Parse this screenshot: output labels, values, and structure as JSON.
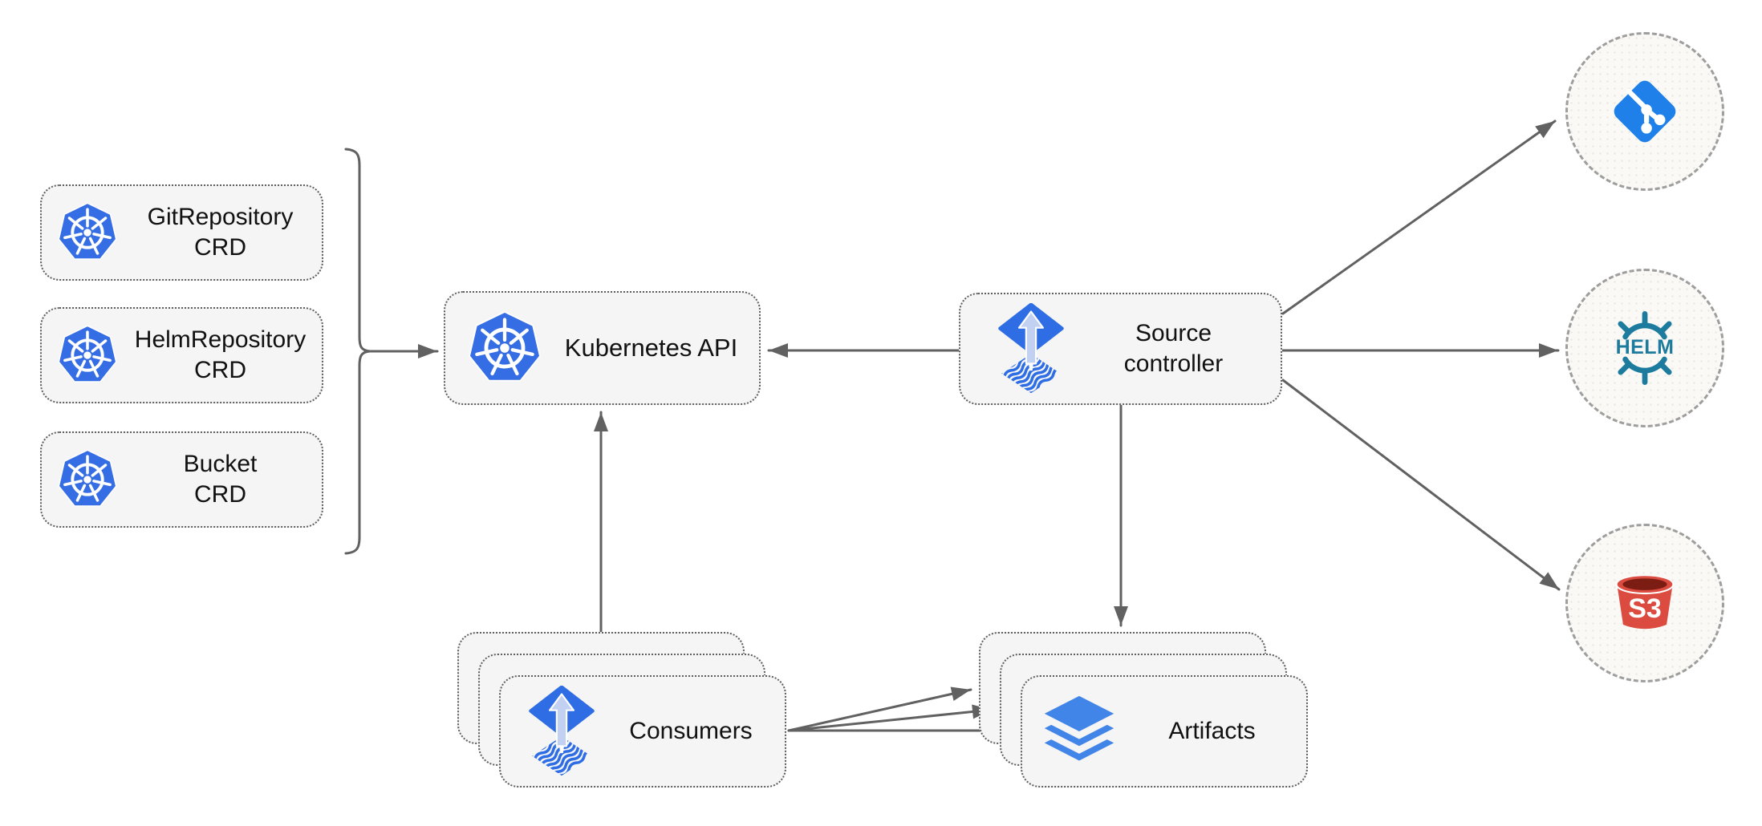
{
  "nodes": {
    "crd_boxes": [
      {
        "line1": "GitRepository",
        "line2": "CRD",
        "icon": "kubernetes-icon"
      },
      {
        "line1": "HelmRepository",
        "line2": "CRD",
        "icon": "kubernetes-icon"
      },
      {
        "line1": "Bucket",
        "line2": "CRD",
        "icon": "kubernetes-icon"
      }
    ],
    "kubernetes_api": {
      "label": "Kubernetes API",
      "icon": "kubernetes-icon"
    },
    "source_controller": {
      "line1": "Source",
      "line2": "controller",
      "icon": "flux-icon"
    },
    "consumers": {
      "label": "Consumers",
      "icon": "flux-icon",
      "stacked_count": 3
    },
    "artifacts": {
      "label": "Artifacts",
      "icon": "layers-icon",
      "stacked_count": 3
    },
    "git_endpoint": {
      "icon": "git-icon"
    },
    "helm_endpoint": {
      "icon": "helm-icon",
      "label": "HELM"
    },
    "s3_endpoint": {
      "icon": "s3-bucket-icon",
      "label": "S3"
    }
  },
  "edges": [
    {
      "from": "crd-boxes-bracket",
      "to": "kubernetes-api",
      "arrow": true
    },
    {
      "from": "source-controller",
      "to": "kubernetes-api",
      "arrow": true
    },
    {
      "from": "consumers",
      "to": "kubernetes-api",
      "arrow": true
    },
    {
      "from": "source-controller",
      "to": "artifacts",
      "arrow": true
    },
    {
      "from": "source-controller",
      "to": "git-endpoint",
      "arrow": true
    },
    {
      "from": "source-controller",
      "to": "helm-endpoint",
      "arrow": true
    },
    {
      "from": "source-controller",
      "to": "s3-endpoint",
      "arrow": true
    },
    {
      "from": "consumers",
      "to": "artifacts",
      "arrow": true,
      "count": 3
    }
  ],
  "colors": {
    "kubernetes_blue": "#356DE5",
    "flux_blue": "#2E6DE4",
    "flux_light": "#C2D1F2",
    "git_blue": "#1E80E8",
    "helm_teal": "#1D7C9E",
    "s3_red": "#DC4B40",
    "s3_dark": "#7B1D12",
    "layers_blue": "#4285E8",
    "arrow_gray": "#616161",
    "box_fill": "#F5F5F5",
    "box_border": "#5E5E5E",
    "circle_fill": "#FAF9F6",
    "circle_border": "#9E9E9E",
    "text_color": "#111111"
  }
}
